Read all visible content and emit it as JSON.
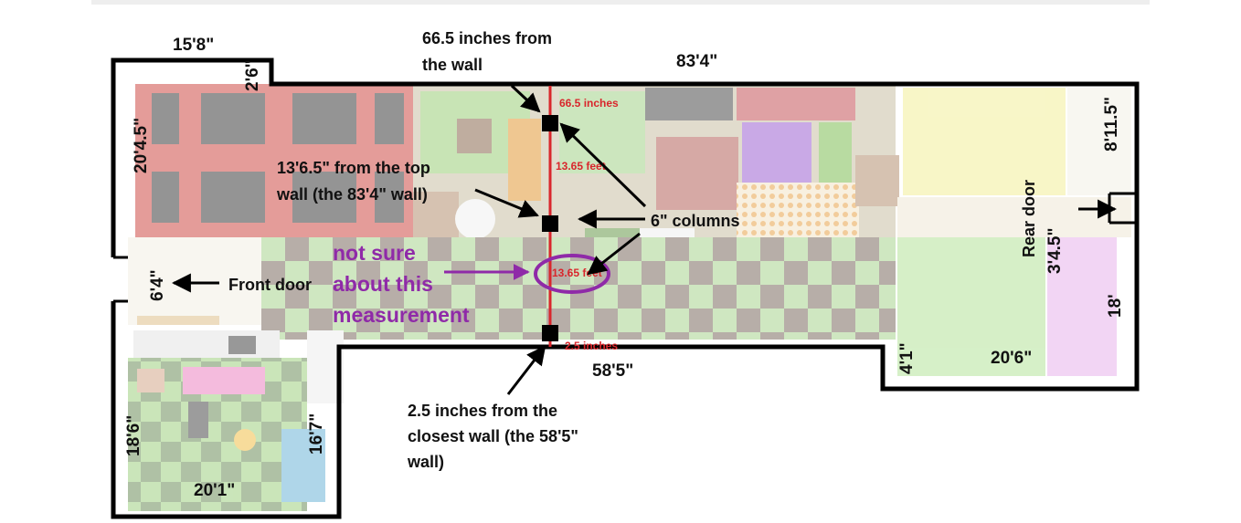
{
  "dimensions": {
    "top_left_width": "15'8\"",
    "notch": "2'6\"",
    "top_wall": "83'4\"",
    "left_upper": "20'4.5\"",
    "front_door": "6'4\"",
    "left_lower": "18'6\"",
    "inner_left": "16'7\"",
    "bottom_left": "20'1\"",
    "bottom_wall": "58'5\"",
    "step": "4'1\"",
    "bottom_right": "20'6\"",
    "right_upper": "8'11.5\"",
    "rear_door_width": "3'4.5\"",
    "right_lower": "18'"
  },
  "labels": {
    "front_door": "Front door",
    "rear_door": "Rear door",
    "top_note": [
      "66.5 inches from",
      "the wall"
    ],
    "mid_note": [
      "13'6.5\" from the top",
      "wall (the 83'4\" wall)"
    ],
    "columns": "6\" columns",
    "bottom_note": [
      "2.5 inches from the",
      "closest wall (the 58'5\"",
      "wall)"
    ],
    "uncertain": [
      "not sure",
      "about this",
      "measurement"
    ]
  },
  "measure_line": {
    "top_gap": "66.5 inches",
    "segment_1": "13.65 feet",
    "segment_2": "13.65 feet",
    "bottom_gap": "2.5 inches"
  },
  "colors": {
    "walls": "#000000",
    "measure": "#d9262c",
    "annotation": "#8f2aa8",
    "trampoline": "#ce4c47",
    "checker_green": "#8bc46a",
    "checker_dark": "#6f5b4e",
    "yellow_zone": "#f3ef9b",
    "pink_zone": "#e9b4ec"
  }
}
